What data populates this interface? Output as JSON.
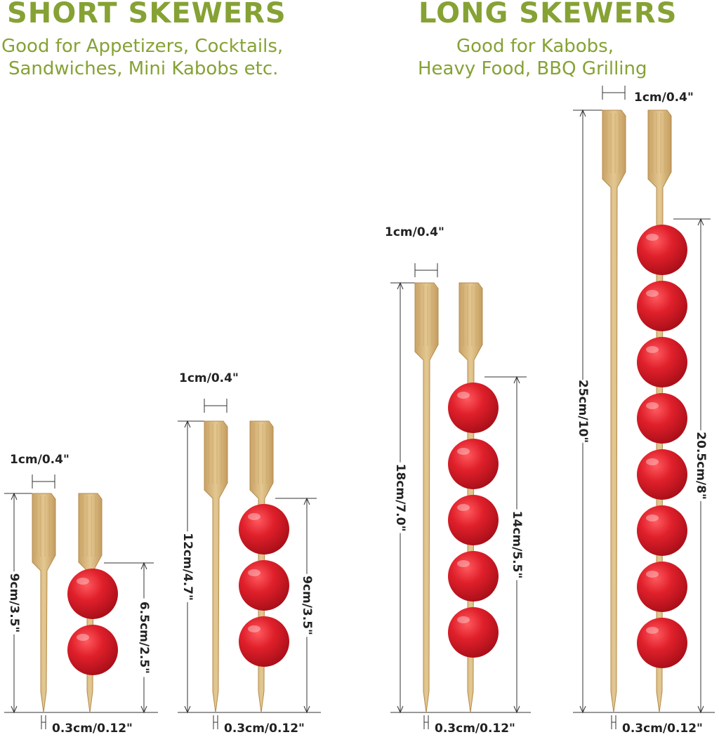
{
  "short": {
    "heading": "SHORT SKEWERS",
    "line1": "Good for Appetizers, Cocktails,",
    "line2": "Sandwiches, Mini Kabobs etc."
  },
  "long": {
    "heading": "LONG SKEWERS",
    "line1": "Good for Kabobs,",
    "line2": "Heavy Food,  BBQ Grilling"
  },
  "colors": {
    "accent": "#86a234",
    "bamboo": "#d9b97f",
    "tomato": "#d81f2a"
  },
  "skewers": [
    {
      "width_label": "1cm/0.4\"",
      "length_label": "9cm/3.5\"",
      "food_label": "6.5cm/2.5\"",
      "thickness_label": "0.3cm/0.12\"",
      "tomatoes": 2
    },
    {
      "width_label": "1cm/0.4\"",
      "length_label": "12cm/4.7\"",
      "food_label": "9cm/3.5\"",
      "thickness_label": "0.3cm/0.12\"",
      "tomatoes": 3
    },
    {
      "width_label": "1cm/0.4\"",
      "length_label": "18cm/7.0\"",
      "food_label": "14cm/5.5\"",
      "thickness_label": "0.3cm/0.12\"",
      "tomatoes": 5
    },
    {
      "width_label": "1cm/0.4\"",
      "length_label": "25cm/10\"",
      "food_label": "20.5cm/8\"",
      "thickness_label": "0.3cm/0.12\"",
      "tomatoes": 8
    }
  ]
}
